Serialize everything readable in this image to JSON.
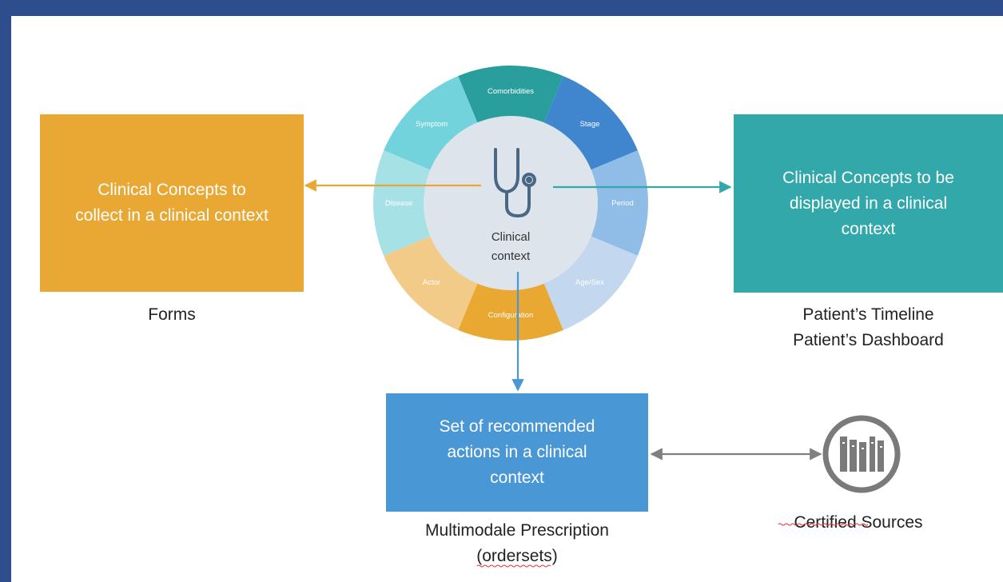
{
  "wheel": {
    "center_label_line1": "Clinical",
    "center_label_line2": "context",
    "center_icon": "stethoscope-icon",
    "segments": [
      {
        "label": "Comorbidities",
        "color": "#2a9e9c"
      },
      {
        "label": "Stage",
        "color": "#3f86cf"
      },
      {
        "label": "Period",
        "color": "#90bde7"
      },
      {
        "label": "Age/Sex",
        "color": "#c3d8ef"
      },
      {
        "label": "Configuration",
        "color": "#e8a832"
      },
      {
        "label": "Actor",
        "color": "#f2cb88"
      },
      {
        "label": "Disease",
        "color": "#a6e1e6"
      },
      {
        "label": "Symptom",
        "color": "#72d3dd"
      }
    ],
    "center_color": "#dde4ec"
  },
  "left": {
    "box_text": "Clinical Concepts to\ncollect in a clinical context",
    "caption": "Forms",
    "color": "#e9a833"
  },
  "right": {
    "box_text": "Clinical Concepts to be\ndisplayed in a clinical\ncontext",
    "caption": "Patient’s Timeline\nPatient’s Dashboard",
    "color": "#33a8ab"
  },
  "bottom": {
    "box_text": "Set of recommended\nactions in a clinical\ncontext",
    "caption": "Multimodale Prescription\n(ordersets)",
    "color": "#4a97d6"
  },
  "sources": {
    "caption": "Certified Sources",
    "icon": "library-books-icon"
  },
  "colors": {
    "frame_border": "#2d4d8c",
    "arrow_left": "#e9a833",
    "arrow_right": "#33a8ab",
    "arrow_down": "#4a97d6",
    "arrow_double": "#808080"
  }
}
